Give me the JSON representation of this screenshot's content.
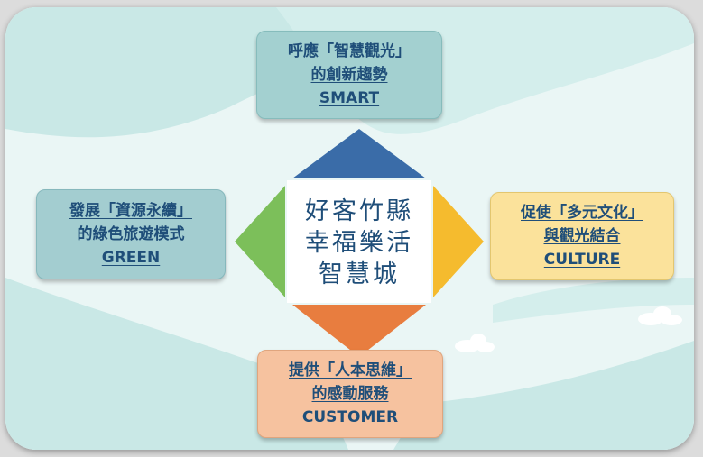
{
  "diagram": {
    "center": {
      "lines": [
        "好客竹縣",
        "幸福樂活",
        "智慧城"
      ]
    },
    "top": {
      "lines": [
        "呼應「智慧觀光」",
        "的創新趨勢",
        "SMART"
      ],
      "color": "#3a6ca8"
    },
    "left": {
      "lines": [
        "發展「資源永續」",
        "的綠色旅遊模式",
        "GREEN"
      ],
      "color": "#7cbf5a"
    },
    "right": {
      "lines": [
        "促使「多元文化」",
        "與觀光結合",
        "CULTURE"
      ],
      "color": "#f5bb2e"
    },
    "bottom": {
      "lines": [
        "提供「人本思維」",
        "的感動服務",
        "CUSTOMER"
      ],
      "color": "#e87d3f"
    }
  },
  "colors": {
    "text": "#1f4e79",
    "background": "#eaf6f5",
    "wave": "#c9e8e6"
  }
}
